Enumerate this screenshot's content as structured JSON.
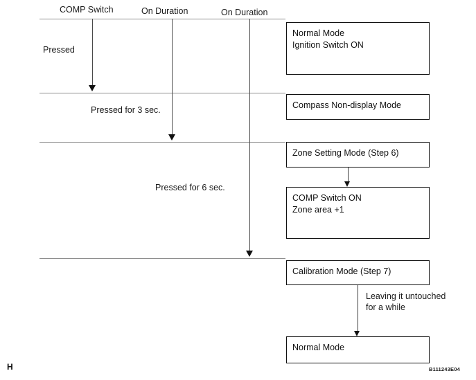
{
  "figure": {
    "corner_letter": "H",
    "figure_code": "B111243E04"
  },
  "timeline": {
    "column_headers": [
      {
        "label": "COMP Switch"
      },
      {
        "label": "On Duration"
      },
      {
        "label": "On Duration"
      }
    ],
    "duration_labels": [
      {
        "label": "Pressed"
      },
      {
        "label": "Pressed for 3 sec."
      },
      {
        "label": "Pressed for 6 sec."
      }
    ]
  },
  "modes": [
    {
      "name": "normal-mode-ignition",
      "lines": [
        "Normal Mode",
        "Ignition Switch ON"
      ]
    },
    {
      "name": "compass-non-display-mode",
      "lines": [
        "Compass Non-display Mode"
      ]
    },
    {
      "name": "zone-setting-mode",
      "lines": [
        "Zone Setting Mode (Step 6)"
      ]
    },
    {
      "name": "comp-switch-on-zone-area",
      "lines": [
        "COMP Switch ON",
        "Zone area +1"
      ]
    },
    {
      "name": "calibration-mode",
      "lines": [
        "Calibration Mode (Step 7)"
      ]
    },
    {
      "name": "normal-mode-final",
      "lines": [
        "Normal Mode"
      ]
    }
  ],
  "connector_notes": [
    {
      "line1": "Leaving it untouched",
      "line2": "for a while"
    }
  ]
}
